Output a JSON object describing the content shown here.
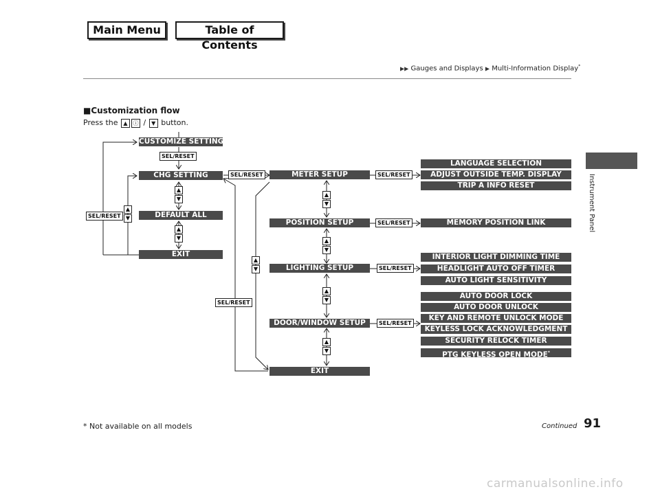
{
  "nav": {
    "main_menu": "Main Menu",
    "toc": "Table of Contents"
  },
  "breadcrumb": {
    "part1": "Gauges and Displays",
    "part2": "Multi-Information Display",
    "star": "*"
  },
  "side_tab": "Instrument Panel",
  "heading": "■Customization flow",
  "press": {
    "before": "Press the",
    "sep": "/",
    "after": "button."
  },
  "buttons": {
    "up": "▲",
    "down": "▼",
    "info": "ⓘ",
    "sel_reset": "SEL/RESET"
  },
  "flow": {
    "customize_settings": "CUSTOMIZE SETTINGS",
    "chg_setting": "CHG SETTING",
    "default_all": "DEFAULT ALL",
    "exit_left": "EXIT",
    "meter_setup": "METER SETUP",
    "position_setup": "POSITION SETUP",
    "lighting_setup": "LIGHTING SETUP",
    "door_window_setup": "DOOR/WINDOW SETUP",
    "exit_main": "EXIT",
    "meter_items": [
      "LANGUAGE SELECTION",
      "ADJUST OUTSIDE TEMP. DISPLAY",
      "TRIP A INFO RESET"
    ],
    "position_items": [
      "MEMORY POSITION LINK"
    ],
    "lighting_items": [
      "INTERIOR LIGHT DIMMING TIME",
      "HEADLIGHT AUTO OFF TIMER",
      "AUTO LIGHT SENSITIVITY"
    ],
    "door_items": [
      "AUTO DOOR LOCK",
      "AUTO DOOR UNLOCK",
      "KEY AND REMOTE UNLOCK MODE",
      "KEYLESS LOCK ACKNOWLEDGMENT",
      "SECURITY RELOCK TIMER",
      "PTG KEYLESS OPEN MODE"
    ],
    "star": "*"
  },
  "footer": {
    "note": "* Not available on all models",
    "continued": "Continued",
    "page": "91"
  },
  "watermark": "carmanualsonline.info"
}
